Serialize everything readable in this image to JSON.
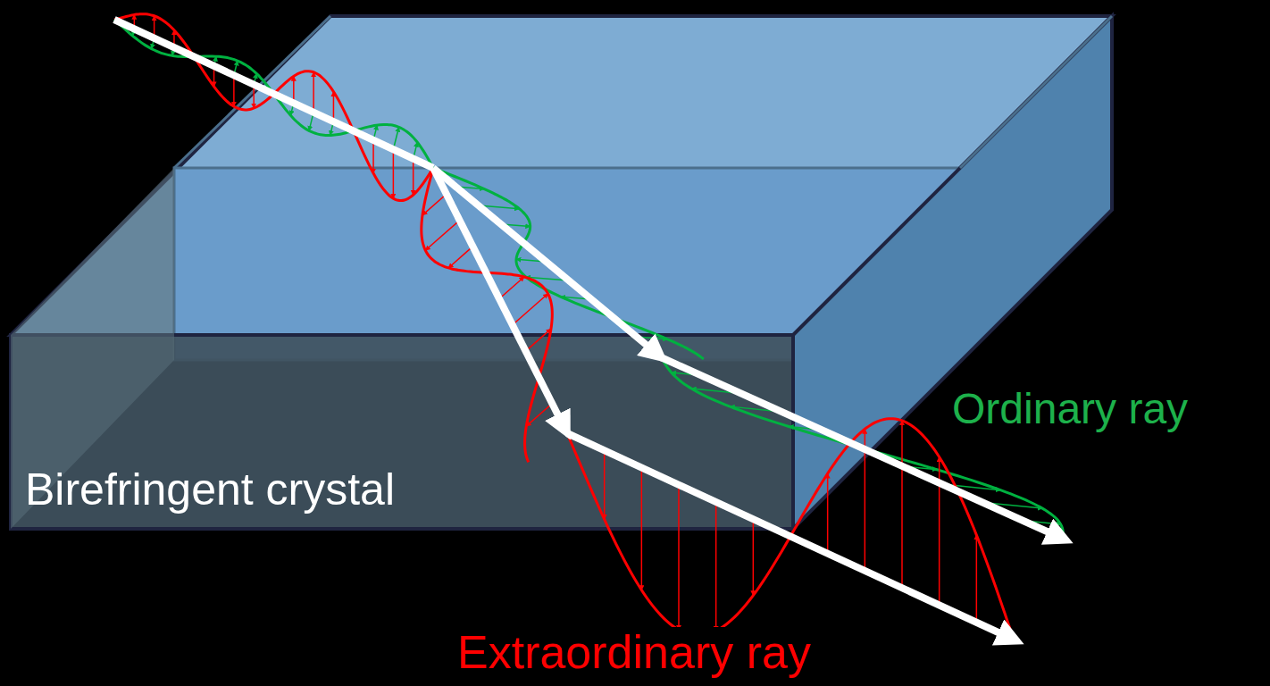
{
  "diagram": {
    "labels": [
      "Birefringent crystal",
      "Ordinary ray",
      "Extraordinary ray"
    ]
  }
}
